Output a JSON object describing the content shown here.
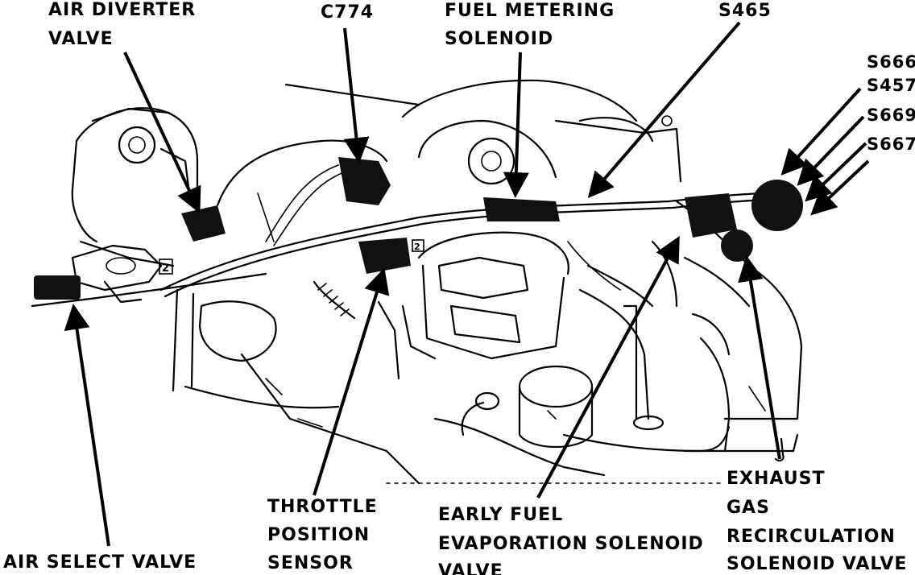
{
  "labels": {
    "air_diverter_valve": [
      "AIR DIVERTER",
      "VALVE"
    ],
    "c774": "C774",
    "fuel_metering_solenoid": [
      "FUEL METERING",
      "SOLENOID"
    ],
    "s465": "S465",
    "splices": [
      "S666",
      "S457",
      "S669",
      "S667"
    ],
    "air_select_valve": "AIR SELECT VALVE",
    "throttle_position_sensor": [
      "THROTTLE",
      "POSITION",
      "SENSOR"
    ],
    "early_fuel_evaporation_solenoid_valve": [
      "EARLY FUEL",
      "EVAPORATION SOLENOID",
      "VALVE"
    ],
    "egr_solenoid_valve": [
      "EXHAUST",
      "GAS",
      "RECIRCULATION",
      "SOLENOID VALVE"
    ]
  },
  "callout_numbers": [
    "2",
    "2"
  ],
  "colors": {
    "ink": "#000000",
    "background": "#ffffff"
  }
}
